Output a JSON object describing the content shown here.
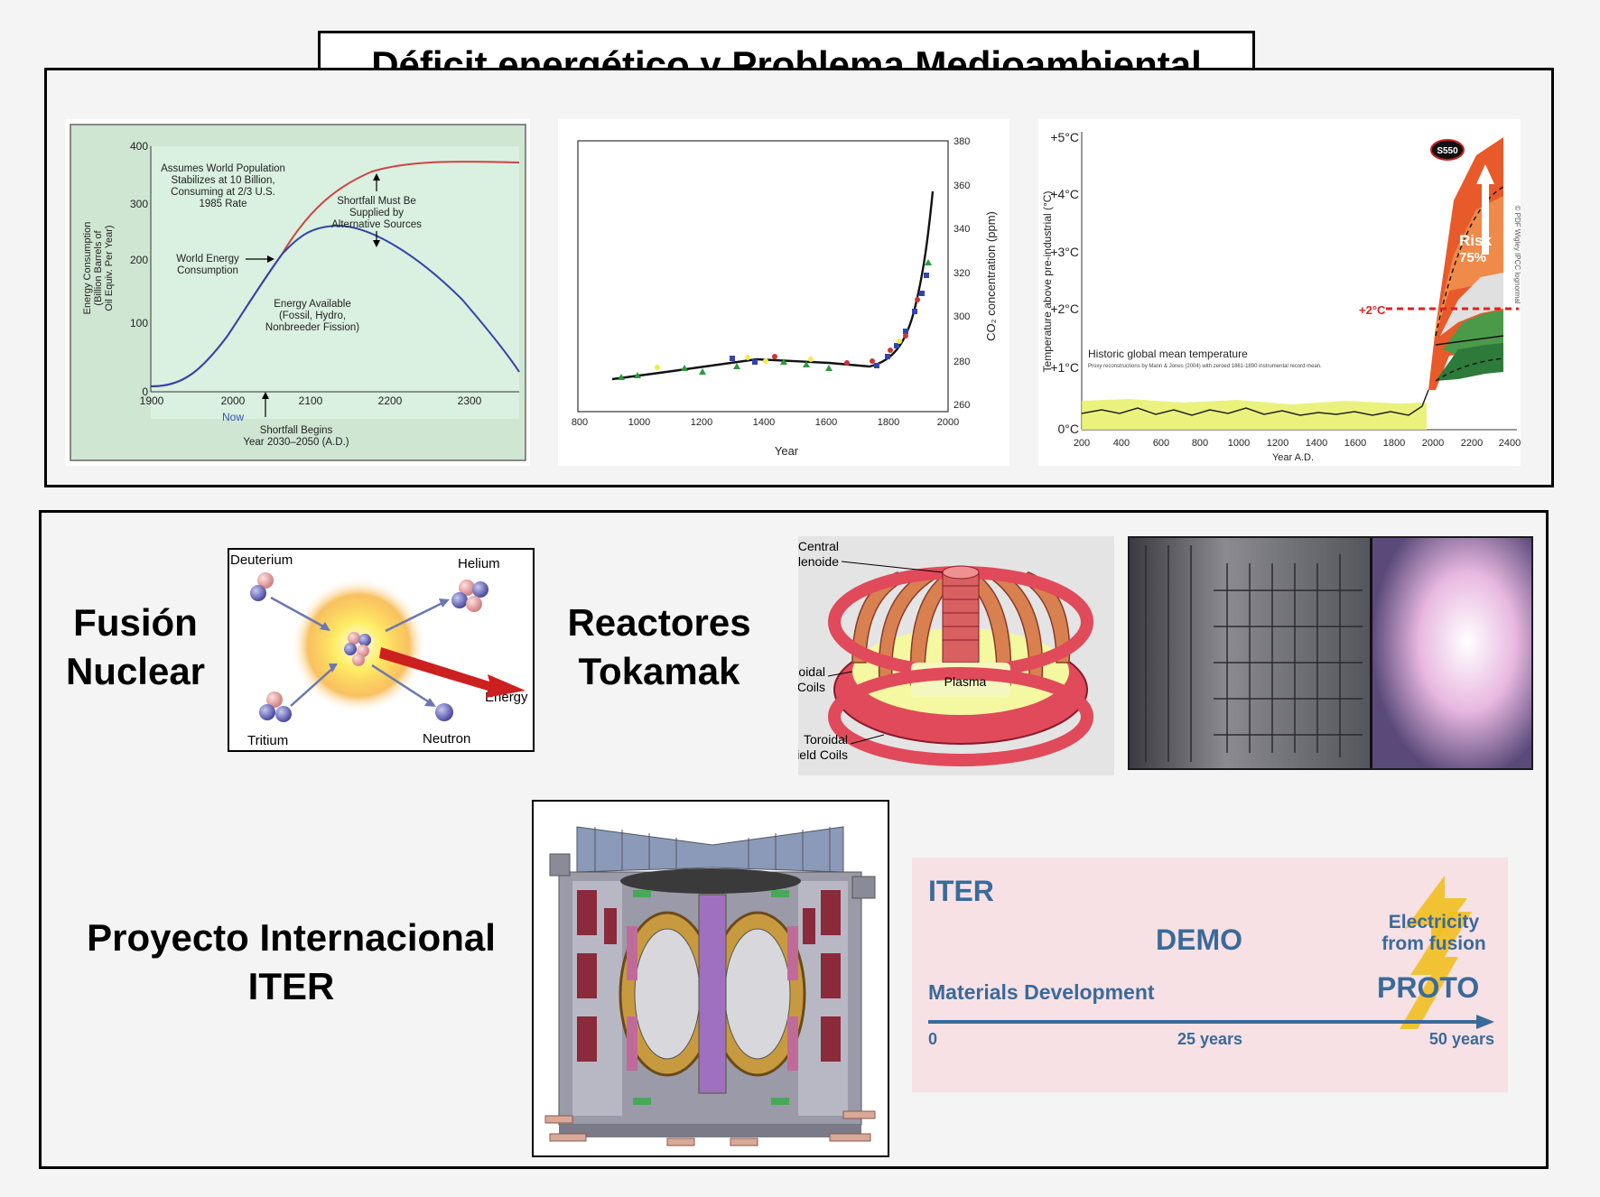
{
  "title": "Déficit energético y Problema Medioambiental",
  "charts": {
    "energy": {
      "yticks": [
        "400",
        "300",
        "200",
        "100",
        "0"
      ],
      "xticks": [
        "1900",
        "2000",
        "2100",
        "2200",
        "2300"
      ],
      "ylabel": [
        "Energy Consumption",
        "(Billion Barrels of",
        "Oil Equiv. Per Year)"
      ],
      "now": "Now",
      "ann_population": [
        "Assumes World Population",
        "Stabilizes at 10 Billion,",
        "Consuming at 2/3 U.S.",
        "1985 Rate"
      ],
      "ann_shortfall": [
        "Shortfall Must Be",
        "Supplied by",
        "Alternative Sources"
      ],
      "ann_consumption": [
        "World Energy",
        "Consumption"
      ],
      "ann_available": [
        "Energy Available",
        "(Fossil, Hydro,",
        "Nonbreeder Fission)"
      ],
      "ann_begins": [
        "Shortfall Begins",
        "Year 2030–2050 (A.D.)"
      ]
    },
    "co2": {
      "xticks": [
        "800",
        "1000",
        "1200",
        "1400",
        "1600",
        "1800",
        "2000"
      ],
      "yticks": [
        "380",
        "360",
        "340",
        "320",
        "300",
        "280",
        "260"
      ],
      "xlabel": "Year",
      "ylabel": "CO₂ concentration (ppm)"
    },
    "temperature": {
      "yticks": [
        "+5°C",
        "+4°C",
        "+3°C",
        "+2°C",
        "+1°C",
        "0°C"
      ],
      "xticks": [
        "200",
        "400",
        "600",
        "800",
        "1000",
        "1200",
        "1400",
        "1600",
        "1800",
        "2000",
        "2200",
        "2400"
      ],
      "xlabel": "Year A.D.",
      "ylabel": "Temperature above pre-industrial (°C)",
      "historic": "Historic global mean temperature",
      "historic_note": "Proxy reconstructions by Mann & Jones (2004) with zeroed 1861-1890 instrumental record mean.",
      "badge": "S550",
      "risk": "Risk",
      "risk_pct": "75%",
      "plus2": "+2°C",
      "credit": "© PDF Wigley IPCC lognormal"
    }
  },
  "fusion": {
    "label": [
      "Fusión",
      "Nuclear"
    ],
    "deuterium": "Deuterium",
    "tritium": "Tritium",
    "helium": "Helium",
    "neutron": "Neutron",
    "energy": "Energy"
  },
  "tokamak": {
    "label": [
      "Reactores",
      "Tokamak"
    ],
    "central": [
      "Central",
      "Solenoide"
    ],
    "poloidal": [
      "Poloidal",
      "Field Coils"
    ],
    "toroidal": [
      "Toroidal",
      "Field Coils"
    ],
    "plasma": "Plasma"
  },
  "iter": {
    "label": [
      "Proyecto Internacional",
      "ITER"
    ],
    "roadmap": {
      "iter": "ITER",
      "demo": "DEMO",
      "electricity": [
        "Electricity",
        "from fusion"
      ],
      "materials": "Materials Development",
      "proto": "PROTO",
      "t0": "0",
      "t25": "25 years",
      "t50": "50 years"
    }
  }
}
